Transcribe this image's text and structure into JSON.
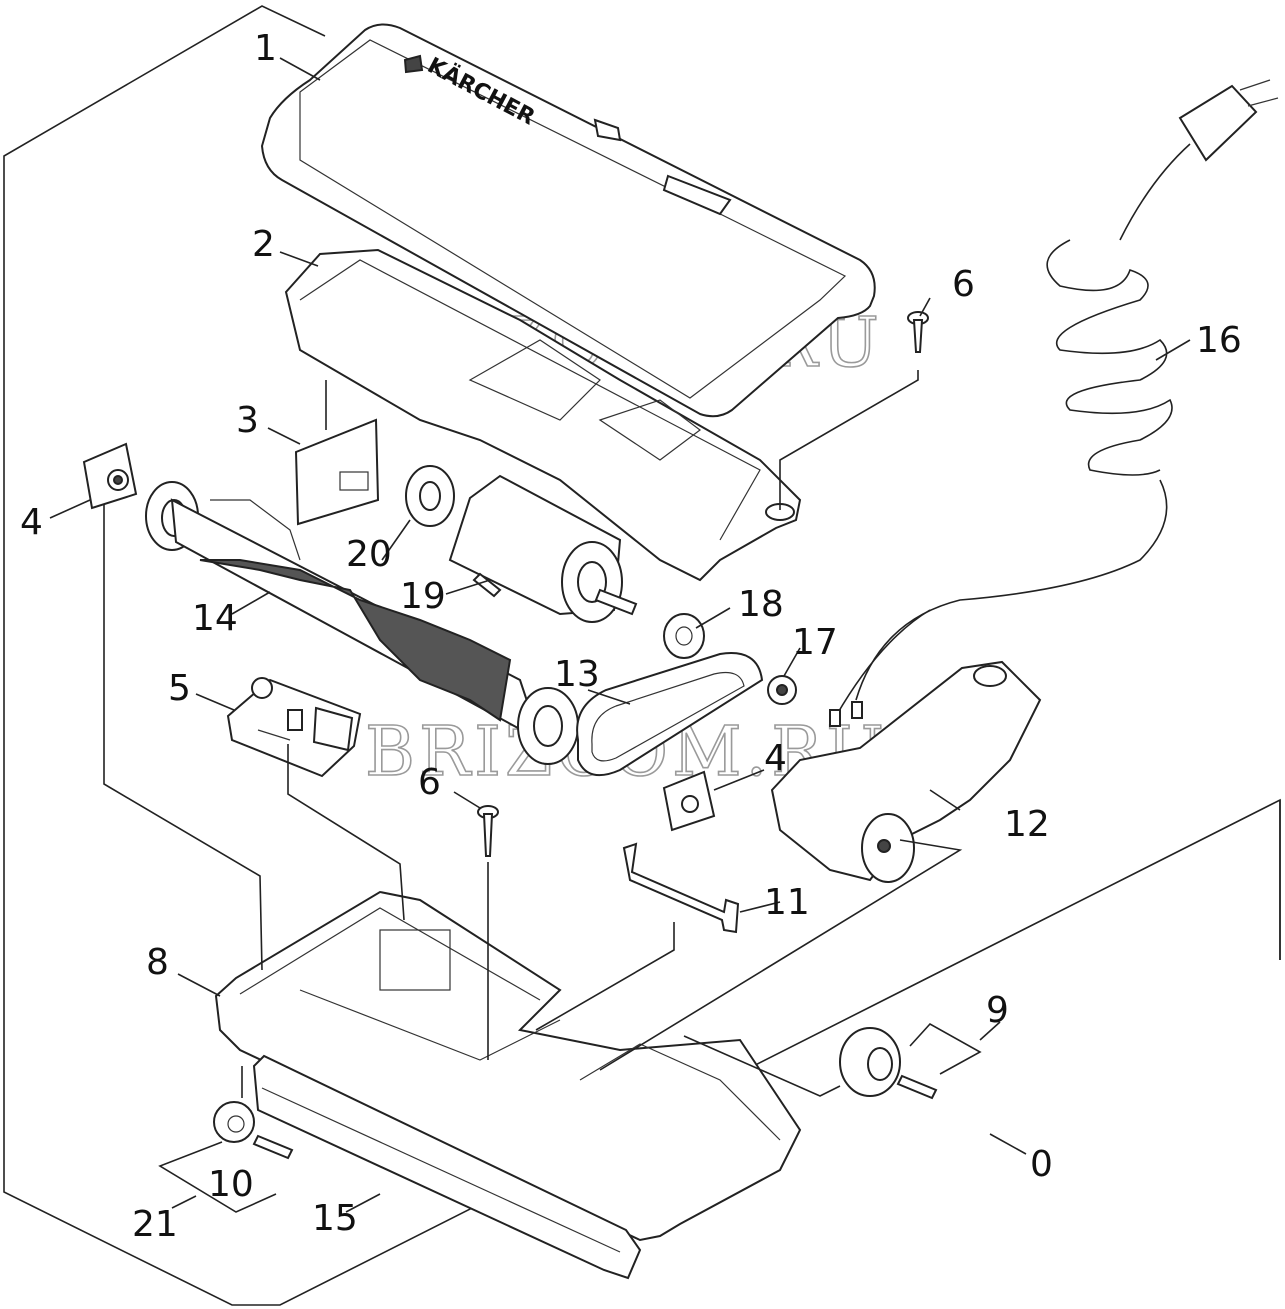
{
  "brand_label": "KÄRCHER",
  "watermark": {
    "top": "BRIZCOM.RU",
    "middle": "BRIZCOM.RU"
  },
  "labels": {
    "p0": "0",
    "p1": "1",
    "p2": "2",
    "p3": "3",
    "p4a": "4",
    "p4b": "4",
    "p5": "5",
    "p6a": "6",
    "p6b": "6",
    "p8": "8",
    "p9": "9",
    "p10": "10",
    "p11": "11",
    "p12": "12",
    "p13": "13",
    "p14": "14",
    "p15": "15",
    "p16": "16",
    "p17": "17",
    "p18": "18",
    "p19": "19",
    "p20": "20",
    "p21": "21"
  }
}
